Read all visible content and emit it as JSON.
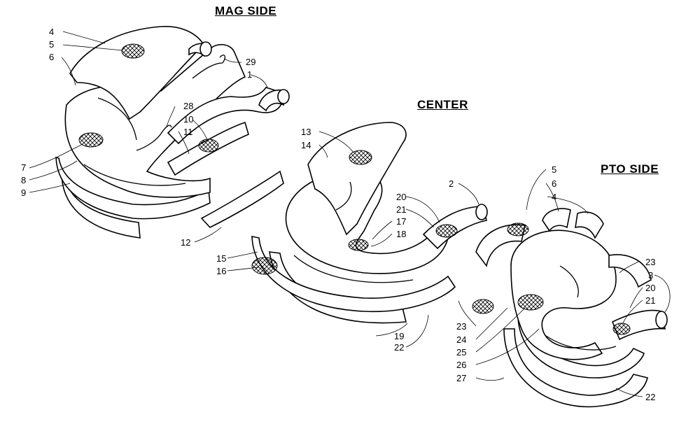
{
  "headings": {
    "mag_side": "MAG SIDE",
    "center": "CENTER",
    "pto_side": "PTO SIDE"
  },
  "callouts": {
    "mag": [
      "4",
      "5",
      "6",
      "29",
      "1",
      "28",
      "10",
      "11",
      "7",
      "8",
      "9",
      "12"
    ],
    "center": [
      "13",
      "14",
      "20",
      "21",
      "17",
      "18",
      "2",
      "15",
      "16",
      "19",
      "22"
    ],
    "pto": [
      "5",
      "6",
      "4",
      "23",
      "3",
      "20",
      "21",
      "23",
      "24",
      "25",
      "26",
      "27",
      "22"
    ]
  }
}
